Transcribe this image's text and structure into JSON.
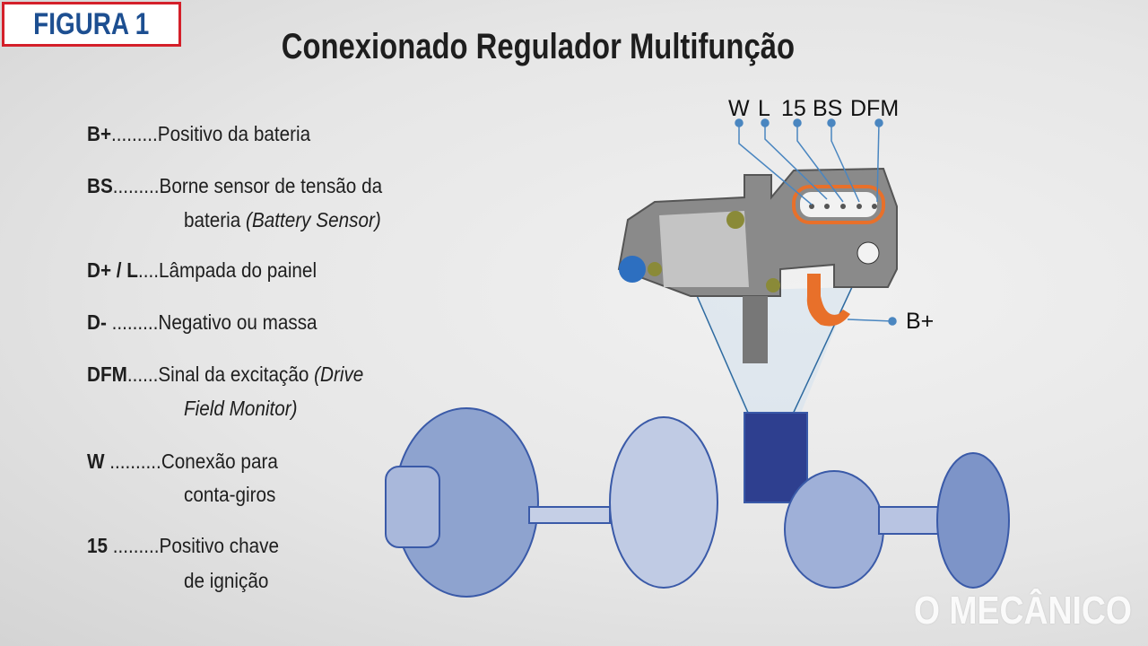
{
  "figure_label": "FIGURA 1",
  "title": "Conexionado Regulador Multifunção",
  "legend": [
    {
      "term": "B+",
      "dots": ".........",
      "desc": "Positivo da bateria"
    },
    {
      "term": "BS",
      "dots": ".........",
      "desc": "Borne sensor de tensão da",
      "desc2": "bateria ",
      "desc2_italic": "(Battery Sensor)"
    },
    {
      "term": "D+ / L",
      "dots": "....",
      "desc": "Lâmpada do painel"
    },
    {
      "term": "D-",
      "dots": " .........",
      "desc": "Negativo ou massa"
    },
    {
      "term": "DFM",
      "dots": "......",
      "desc": "Sinal da excitação ",
      "desc_italic": "(Drive",
      "desc2_italic": "Field Monitor)"
    },
    {
      "term": "W",
      "dots": " ..........",
      "desc": "Conexão para",
      "desc2": "conta-giros"
    },
    {
      "term": "15",
      "dots": " .........",
      "desc": "Positivo chave",
      "desc2": "de ignição"
    }
  ],
  "diagram": {
    "pins": [
      "W",
      "L",
      "15",
      "BS",
      "DFM"
    ],
    "b_plus": "B+",
    "colors": {
      "connector": "#e8702a",
      "part": "#3a5aa8",
      "housing": "#707070"
    }
  },
  "watermark": "O MECÂNICO"
}
